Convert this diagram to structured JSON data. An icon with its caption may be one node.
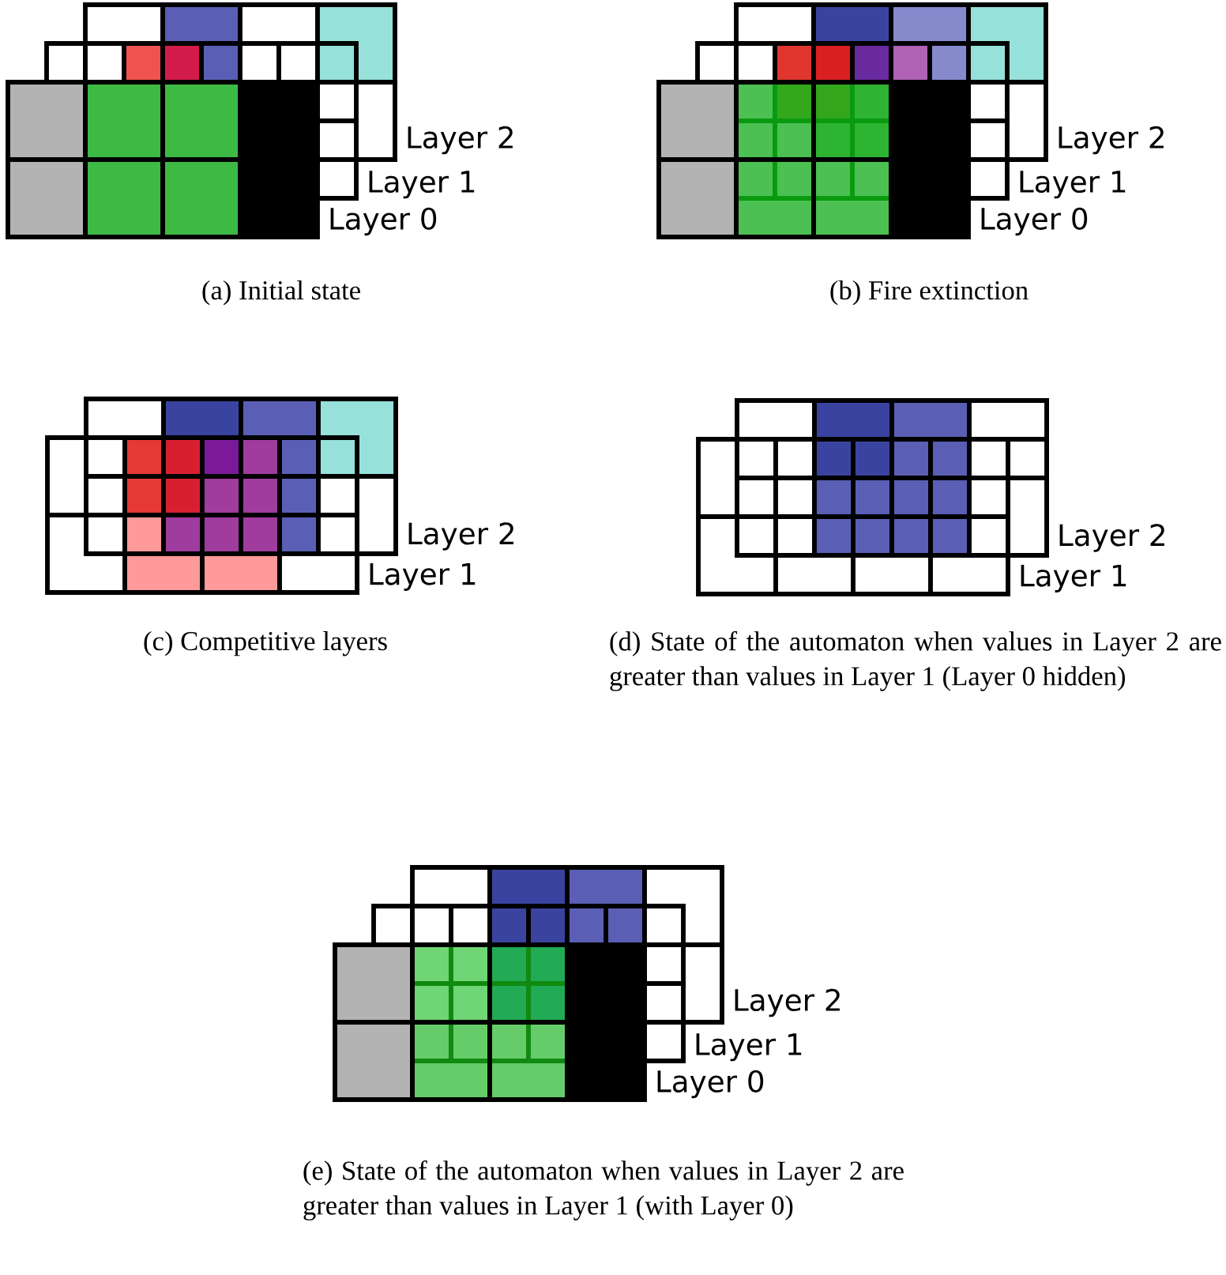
{
  "diagram": {
    "labels": [
      "Layer 2",
      "Layer 1",
      "Layer 0",
      "Layer 2",
      "Layer 1",
      "Layer 0",
      "(a) Initial state",
      "(b) Fire extinction",
      "Layer 2",
      "Layer 1",
      "Layer 2",
      "Layer 1",
      "(c) Competitive layers",
      "(d) State of the automaton when values in Layer 2 are greater than values in Layer 1 (Layer 0 hidden)",
      "Layer 2",
      "Layer 1",
      "Layer 0",
      "(e) State of the automaton when values in Layer 2 are greater than values in Layer 1 (with Layer 0)"
    ]
  }
}
